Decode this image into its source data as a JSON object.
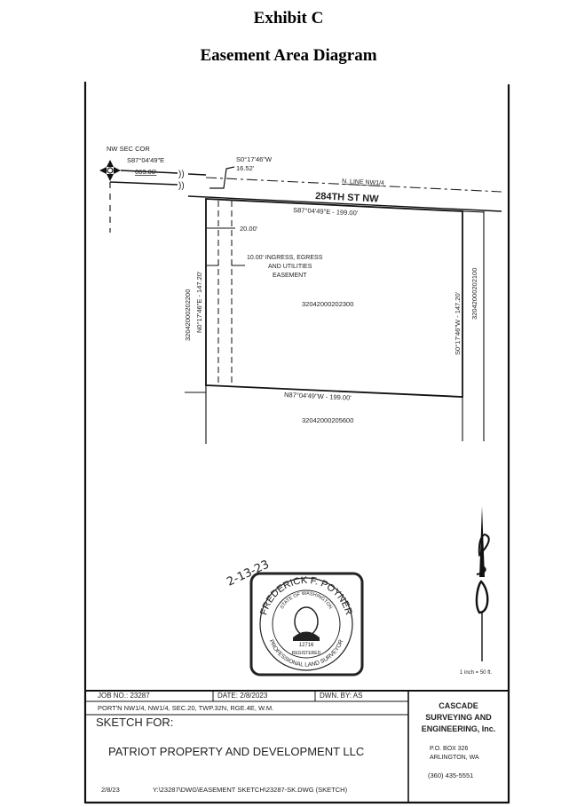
{
  "header": {
    "title": "Exhibit C",
    "subtitle": "Easement Area Diagram"
  },
  "drawing": {
    "nw_sec_cor": "NW SEC COR",
    "corner_bearing": "S87°04'49\"E",
    "corner_distance": "663.00'",
    "offset_bearing": "S0°17'46\"W",
    "offset_distance": "16.52'",
    "n_line_label": "N. LINE NW1/4",
    "street_name": "284TH ST NW",
    "north_line": "S87°04'49\"E - 199.00'",
    "south_line": "N87°04'49\"W - 199.00'",
    "west_line": "N0°17'46\"E - 147.20'",
    "east_line": "S0°17'46\"W - 147.20'",
    "width_dim": "20.00'",
    "easement_line1": "10.00' INGRESS, EGRESS",
    "easement_line2": "AND UTILITIES",
    "easement_line3": "EASEMENT",
    "parcel_center": "32042000202300",
    "parcel_south": "32042000205600",
    "parcel_west": "32042000202200",
    "parcel_east": "32042000202100",
    "scale": "1 inch = 50 ft.",
    "signature_date": "2-13-23"
  },
  "seal": {
    "name": "FREDERICK F. POYNER",
    "state": "STATE OF WASHINGTON",
    "number": "12716",
    "registered": "REGISTERED",
    "profession": "PROFESSIONAL LAND SURVEYOR"
  },
  "title_block": {
    "job_no": "JOB NO.: 23287",
    "date": "DATE: 2/8/2023",
    "drawn_by": "DWN. BY: AS",
    "portion": "PORT'N NW1/4, NW1/4, SEC.20, TWP.32N, RGE.4E, W.M.",
    "sketch_for": "SKETCH FOR:",
    "client": "PATRIOT PROPERTY AND DEVELOPMENT LLC",
    "footer_date": "2/8/23",
    "file_path": "Y:\\23287\\DWG\\EASEMENT SKETCH\\23287-SK.DWG (SKETCH)",
    "company_line1": "CASCADE",
    "company_line2": "SURVEYING AND",
    "company_line3": "ENGINEERING, Inc.",
    "address1": "P.O. BOX 326",
    "address2": "ARLINGTON, WA",
    "phone": "(360) 435-5551"
  }
}
